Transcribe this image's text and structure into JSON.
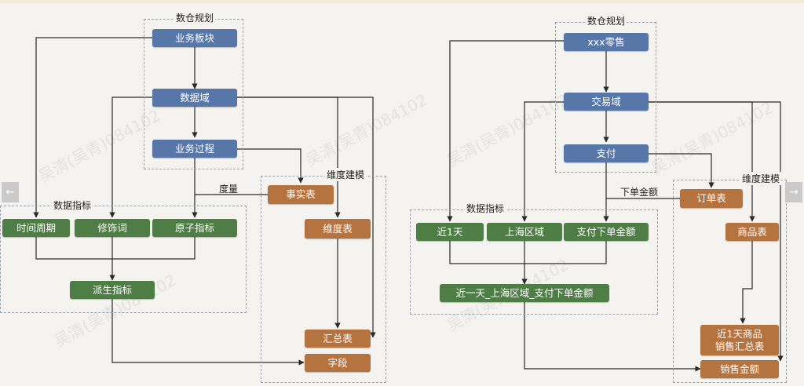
{
  "left": {
    "planning_label": "数仓规划",
    "indicator_label": "数据指标",
    "dimension_label": "维度建模",
    "measure_label": "度量",
    "boxes": {
      "business_sector": "业务板块",
      "data_domain": "数据域",
      "business_process": "业务过程",
      "fact_table": "事实表",
      "time_period": "时间周期",
      "modifier": "修饰词",
      "atomic_indicator": "原子指标",
      "dimension_table": "维度表",
      "derived_indicator": "派生指标",
      "summary_table": "汇总表",
      "field": "字段"
    }
  },
  "right": {
    "planning_label": "数仓规划",
    "indicator_label": "数据指标",
    "dimension_label": "维度建模",
    "measure_label": "下单金额",
    "boxes": {
      "xxx_retail": "xxx零售",
      "trade_domain": "交易域",
      "payment": "支付",
      "order_table": "订单表",
      "last_1_day": "近1天",
      "shanghai_region": "上海区域",
      "payment_order_amount": "支付下单金额",
      "product_table": "商品表",
      "derived_combo": "近一天_上海区域_支付下单金额",
      "product_sales_summary": "近1天商品\n销售汇总表",
      "sales_amount": "销售金额"
    }
  },
  "watermark_text": "吴清(吴青)084102",
  "icons": {
    "prev": "arrow-left-icon",
    "next": "arrow-right-icon"
  },
  "colors": {
    "blue": "#5877a9",
    "green": "#4f7d46",
    "orange": "#b5733f",
    "line": "#2b2b2b"
  }
}
